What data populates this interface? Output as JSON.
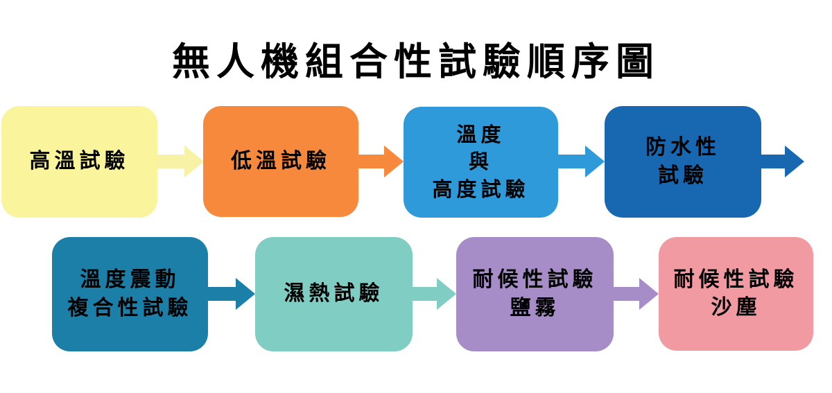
{
  "title": "無人機組合性試驗順序圖",
  "colors": {
    "background": "#FFFFFF",
    "text": "#000000"
  },
  "flow": {
    "steps": [
      {
        "name": "high-temperature-test",
        "label": "高溫試驗",
        "color": "#FAF49D",
        "arrow_color": "#F7F2A6",
        "has_arrow": true
      },
      {
        "name": "low-temperature-test",
        "label": "低溫試驗",
        "color": "#F6893C",
        "arrow_color": "#F6893C",
        "has_arrow": true
      },
      {
        "name": "temperature-altitude-test",
        "label": "溫度\n與\n高度試驗",
        "color": "#2F9AD9",
        "arrow_color": "#2F9AD9",
        "has_arrow": true
      },
      {
        "name": "waterproof-test",
        "label": "防水性\n試驗",
        "color": "#1768B0",
        "arrow_color": "#1768B0",
        "has_arrow": true
      },
      {
        "name": "temperature-vibration-combined-test",
        "label": "溫度震動\n複合性試驗",
        "color": "#1C7FA8",
        "arrow_color": "#1C7FA8",
        "has_arrow": true
      },
      {
        "name": "damp-heat-test",
        "label": "濕熱試驗",
        "color": "#80CDC4",
        "arrow_color": "#80CDC4",
        "has_arrow": true
      },
      {
        "name": "weather-resistance-salt-fog-test",
        "label": "耐候性試驗\n鹽霧",
        "color": "#A78DC8",
        "arrow_color": "#A78DC8",
        "has_arrow": true
      },
      {
        "name": "weather-resistance-sand-dust-test",
        "label": "耐候性試驗\n沙塵",
        "color": "#F29AA1",
        "has_arrow": false
      }
    ]
  }
}
